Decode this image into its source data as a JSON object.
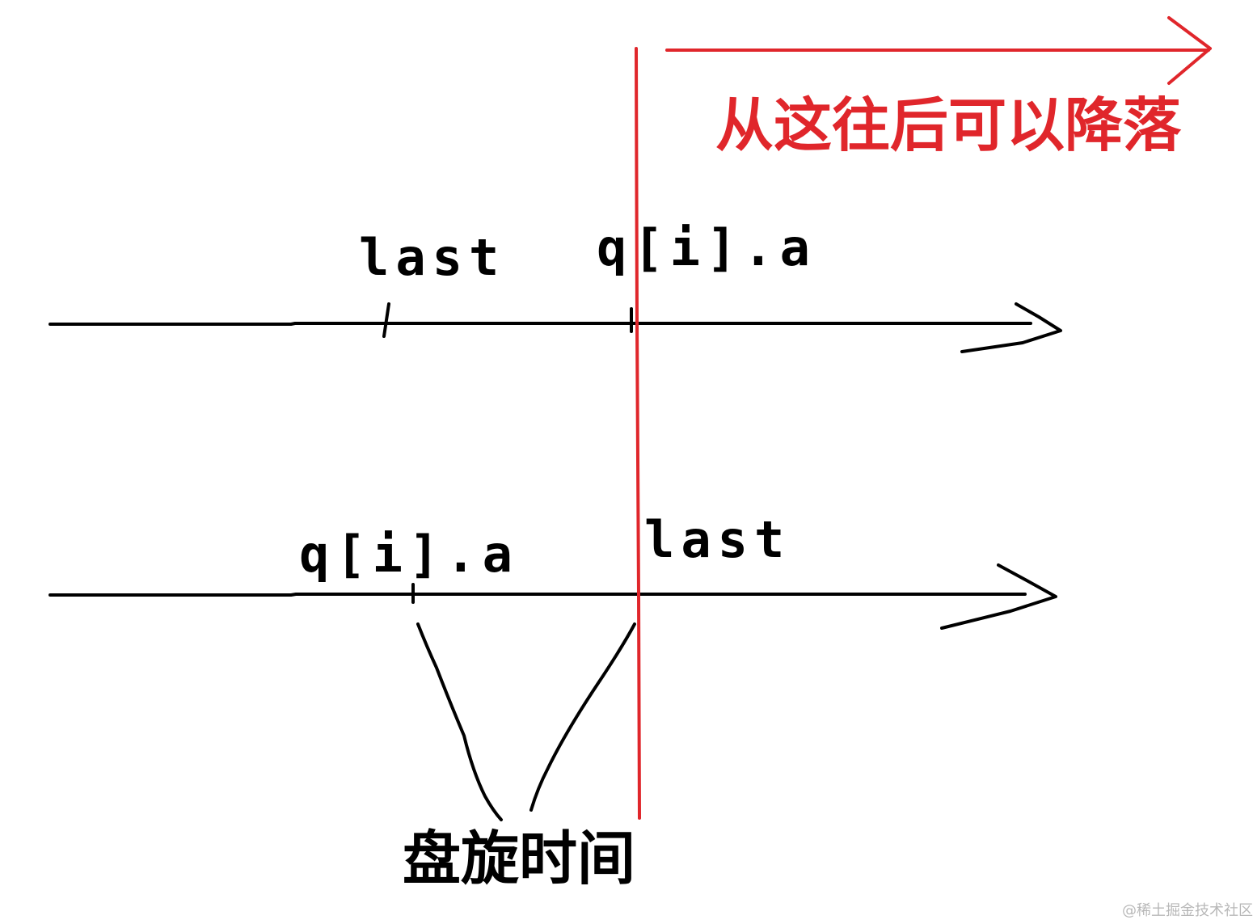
{
  "colors": {
    "ink": "#000000",
    "accent": "#e0262b",
    "watermark": "#b8b8b8"
  },
  "top_note": "从这往后可以降落",
  "timeline_1": {
    "left_label": "last",
    "right_label": "q[i].a"
  },
  "timeline_2": {
    "left_label": "q[i].a",
    "right_label": "last"
  },
  "bottom_label": "盘旋时间",
  "watermark": "@稀土掘金技术社区"
}
